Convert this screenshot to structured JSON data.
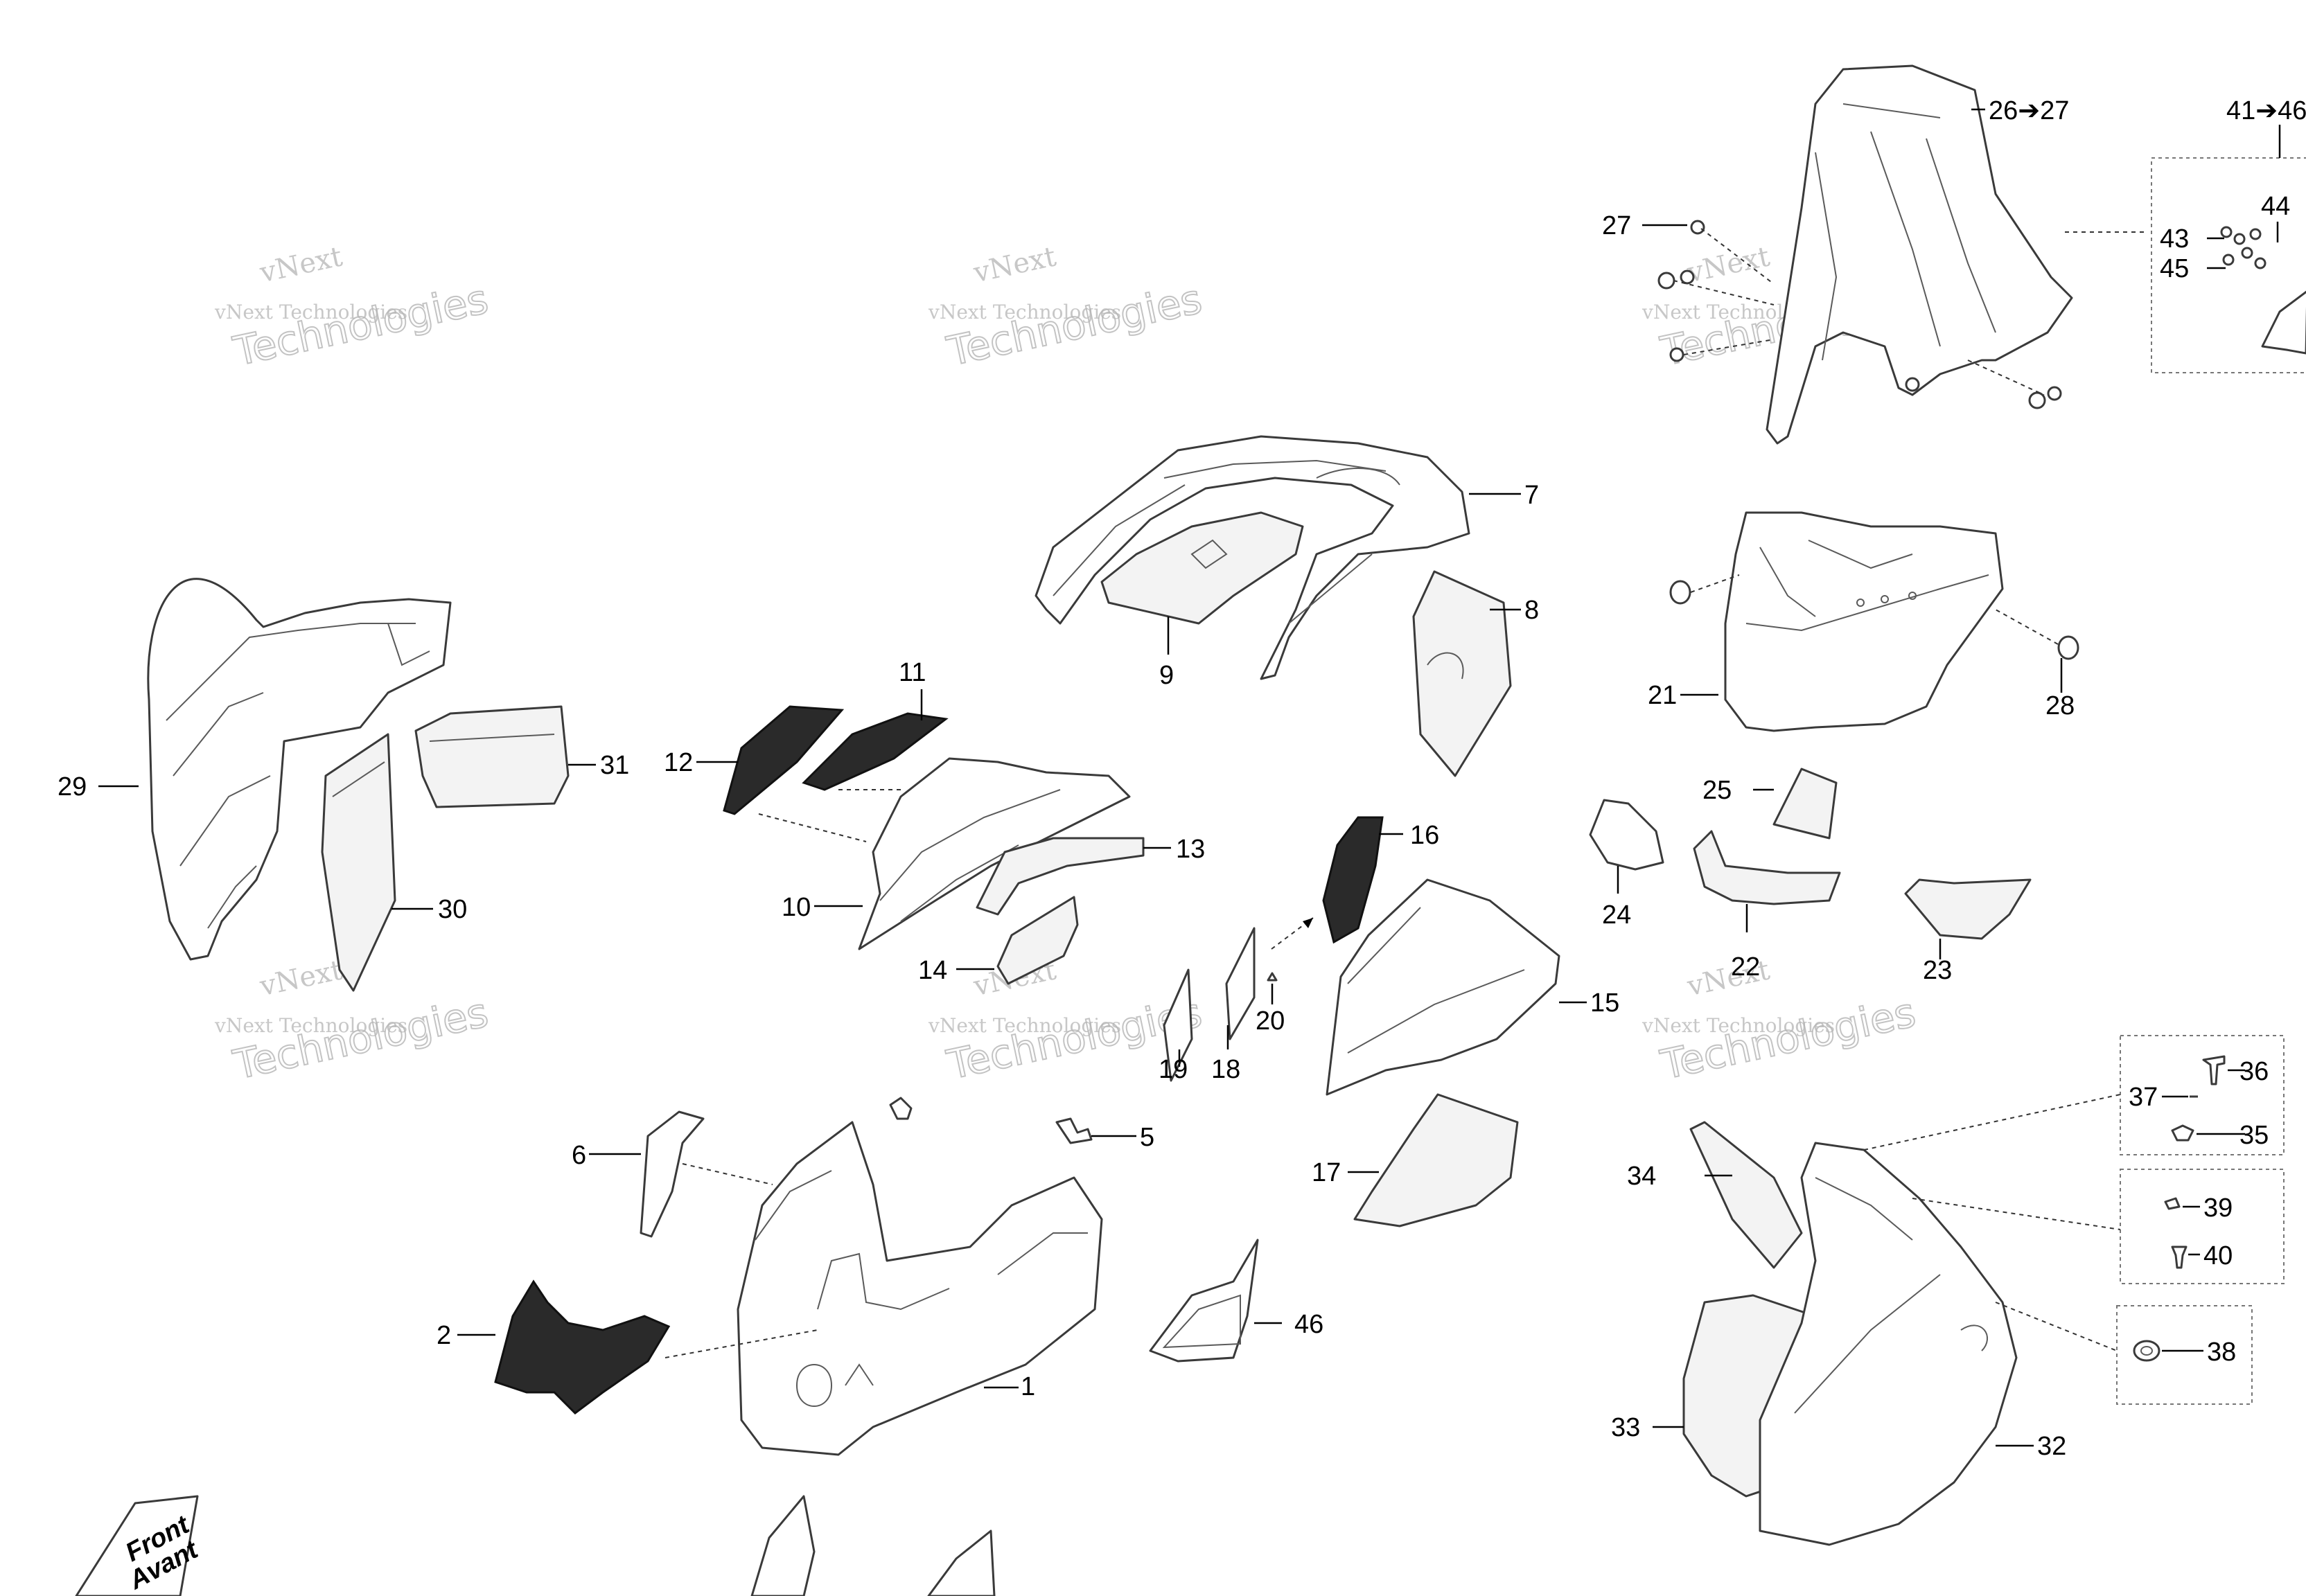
{
  "watermark": {
    "line1": "vNext",
    "line2": "vNext Technologies",
    "line3": "Technologies"
  },
  "front_badge": {
    "line1": "Front",
    "line2": "Avant"
  },
  "labels": {
    "l1": "1",
    "l2": "2",
    "l5": "5",
    "l6": "6",
    "l7": "7",
    "l8": "8",
    "l9": "9",
    "l10": "10",
    "l11": "11",
    "l12": "12",
    "l13": "13",
    "l14": "14",
    "l15": "15",
    "l16": "16",
    "l17": "17",
    "l18": "18",
    "l19": "19",
    "l20": "20",
    "l21": "21",
    "l22": "22",
    "l23": "23",
    "l24": "24",
    "l25": "25",
    "l26": "26➔27",
    "l27": "27",
    "l28": "28",
    "l29": "29",
    "l30": "30",
    "l31": "31",
    "l32": "32",
    "l33": "33",
    "l34": "34",
    "l35": "35",
    "l36": "36",
    "l37": "37",
    "l38": "38",
    "l39": "39",
    "l40": "40",
    "l41": "41➔46",
    "l43": "43",
    "l44": "44",
    "l45": "45",
    "l46": "46"
  }
}
